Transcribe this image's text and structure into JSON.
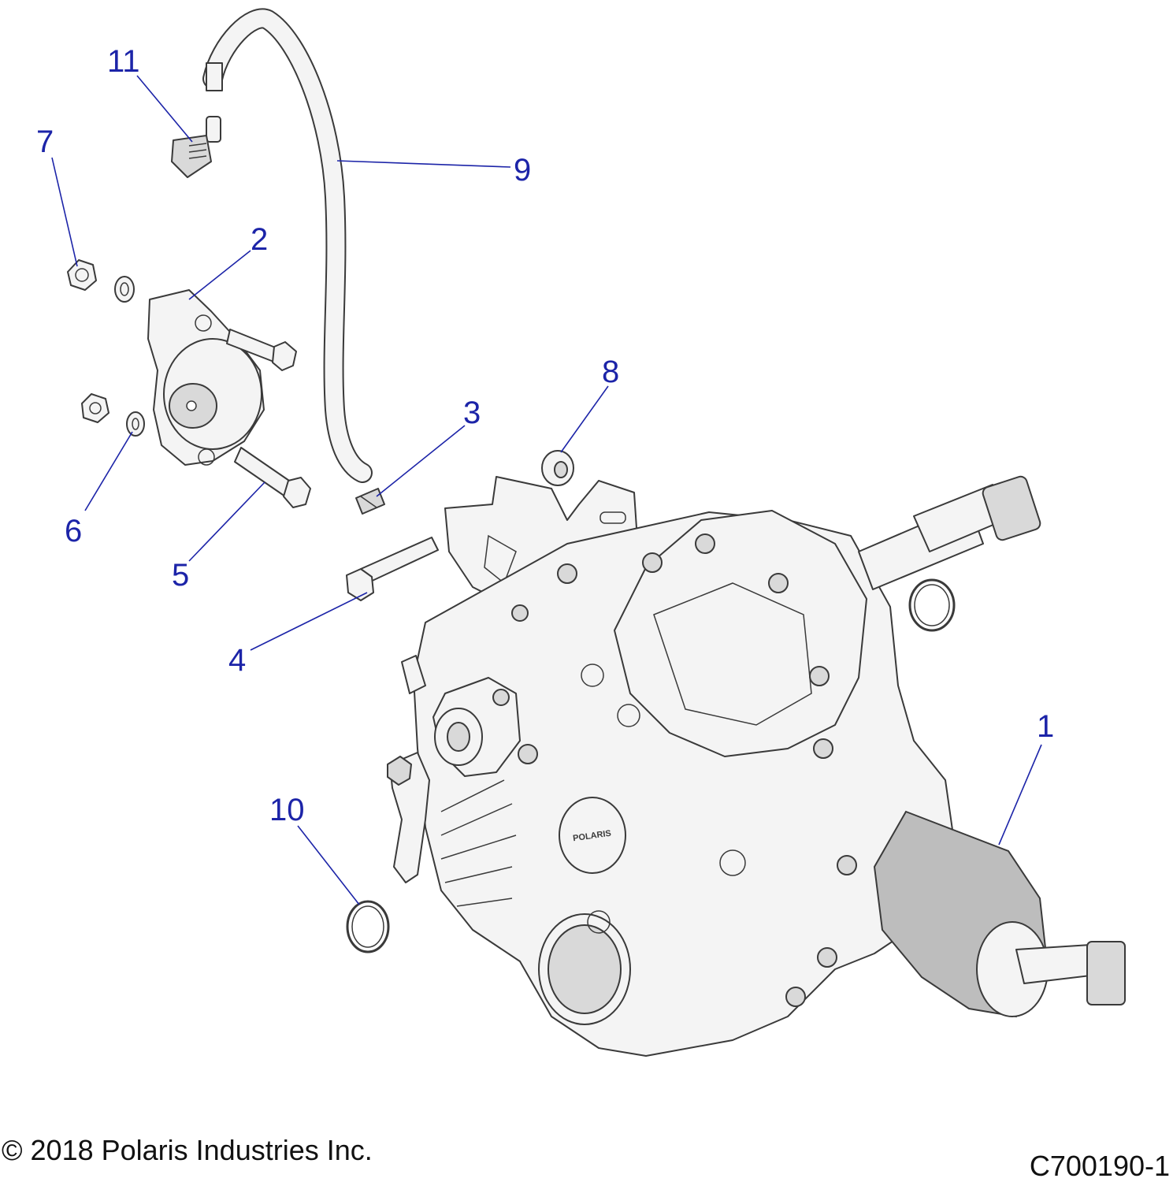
{
  "callouts": [
    {
      "id": "1",
      "label": "1"
    },
    {
      "id": "2",
      "label": "2"
    },
    {
      "id": "3",
      "label": "3"
    },
    {
      "id": "4",
      "label": "4"
    },
    {
      "id": "5",
      "label": "5"
    },
    {
      "id": "6",
      "label": "6"
    },
    {
      "id": "7",
      "label": "7"
    },
    {
      "id": "8",
      "label": "8"
    },
    {
      "id": "9",
      "label": "9"
    },
    {
      "id": "10",
      "label": "10"
    },
    {
      "id": "11",
      "label": "11"
    }
  ],
  "footer": {
    "copyright": "© 2018 Polaris Industries Inc.",
    "diagram_code": "C700190-1"
  },
  "colors": {
    "callout": "#1c24a8",
    "outline": "#3a3a3a",
    "fill": "#f4f4f4"
  }
}
